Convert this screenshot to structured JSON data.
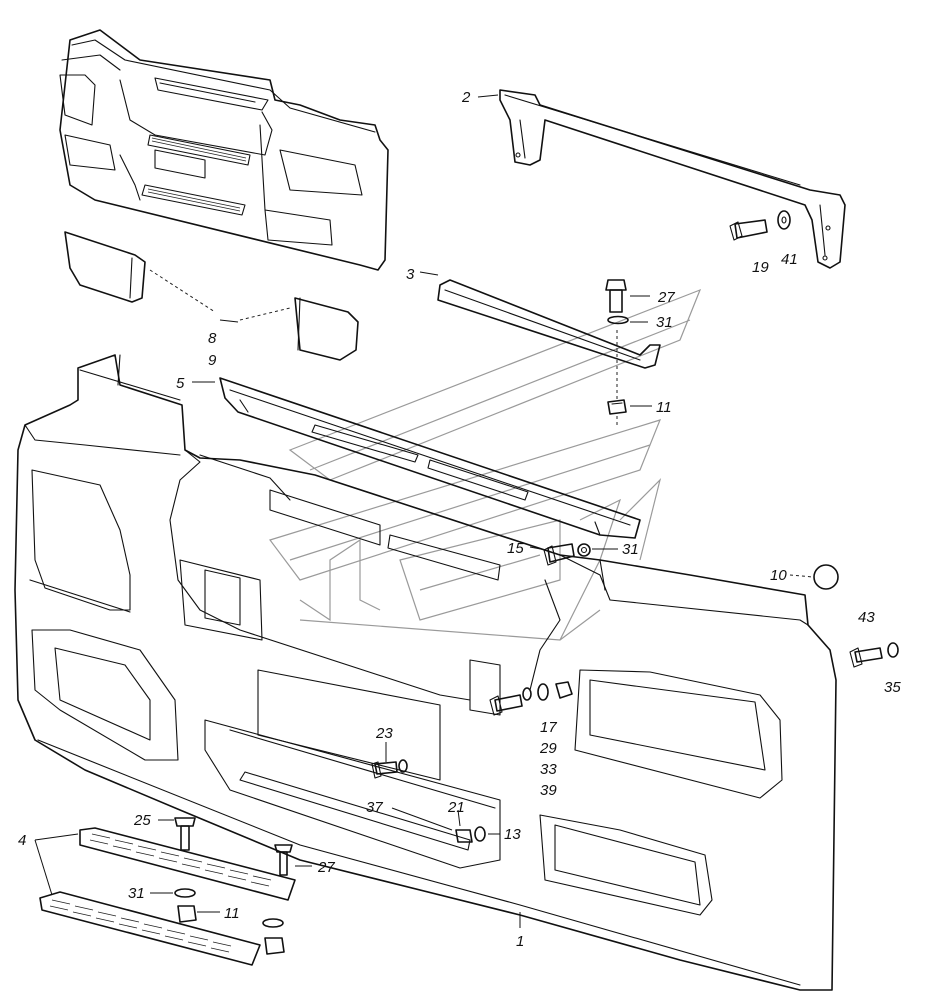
{
  "labels": {
    "l1": "1",
    "l2": "2",
    "l3": "3",
    "l4": "4",
    "l5": "5",
    "l8": "8",
    "l9": "9",
    "l10": "10",
    "l11a": "11",
    "l11b": "11",
    "l13": "13",
    "l15": "15",
    "l17": "17",
    "l19": "19",
    "l21": "21",
    "l23": "23",
    "l25": "25",
    "l27a": "27",
    "l27b": "27",
    "l29": "29",
    "l31a": "31",
    "l31b": "31",
    "l31c": "31",
    "l33": "33",
    "l35": "35",
    "l37": "37",
    "l39": "39",
    "l41": "41",
    "l43": "43"
  },
  "colors": {
    "line": "#111111",
    "watermark": "#9a9a9a",
    "background": "#ffffff"
  }
}
